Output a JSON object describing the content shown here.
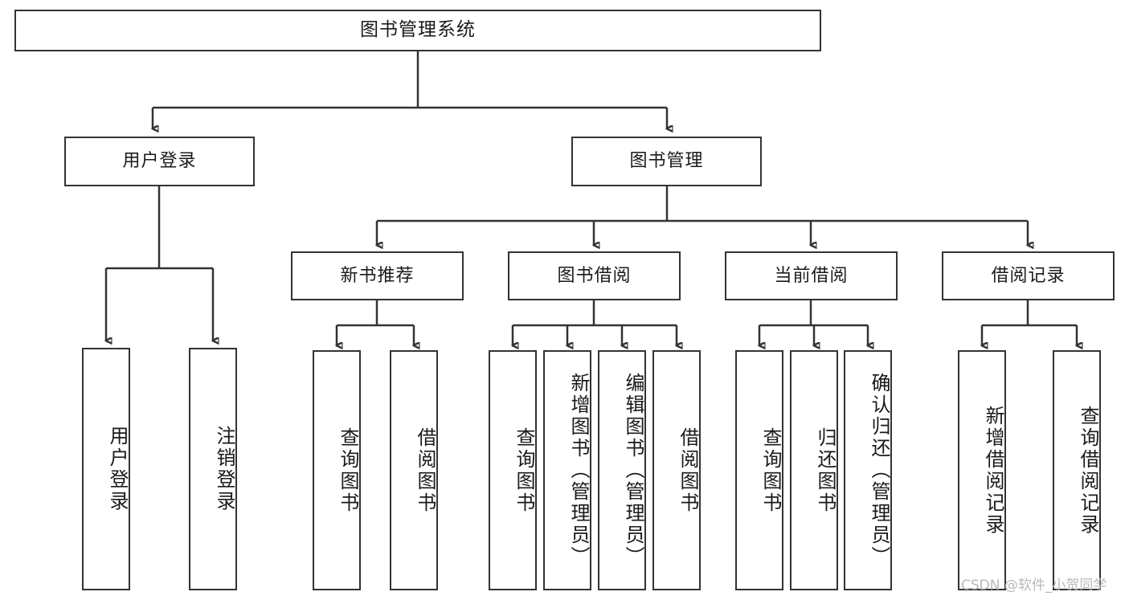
{
  "diagram": {
    "type": "tree-hierarchy",
    "title": "图书管理系统",
    "watermark": "CSDN @软件_小贺同学",
    "colors": {
      "stroke": "#333333",
      "background": "#ffffff",
      "text": "#1a1a1a",
      "watermark": "#b9b9b9"
    },
    "nodes": {
      "root": {
        "label": "图书管理系统"
      },
      "level2": [
        {
          "id": "user-login",
          "label": "用户登录"
        },
        {
          "id": "book-manage",
          "label": "图书管理"
        }
      ],
      "level3": [
        {
          "id": "new-book-recommend",
          "label": "新书推荐"
        },
        {
          "id": "book-borrow",
          "label": "图书借阅"
        },
        {
          "id": "current-borrow",
          "label": "当前借阅"
        },
        {
          "id": "borrow-record",
          "label": "借阅记录"
        }
      ],
      "leaves": {
        "user_login": [
          {
            "id": "leaf-user-login",
            "label": "用户登录"
          },
          {
            "id": "leaf-logout-login",
            "label": "注销登录"
          }
        ],
        "new_book_recommend": [
          {
            "id": "leaf-query-book-1",
            "label": "查询图书"
          },
          {
            "id": "leaf-borrow-book-1",
            "label": "借阅图书"
          }
        ],
        "book_borrow": [
          {
            "id": "leaf-query-book-2",
            "label": "查询图书"
          },
          {
            "id": "leaf-add-book",
            "label": "新增图书（管理员）"
          },
          {
            "id": "leaf-edit-book",
            "label": "编辑图书（管理员）"
          },
          {
            "id": "leaf-borrow-book-2",
            "label": "借阅图书"
          }
        ],
        "current_borrow": [
          {
            "id": "leaf-query-book-3",
            "label": "查询图书"
          },
          {
            "id": "leaf-return-book",
            "label": "归还图书"
          },
          {
            "id": "leaf-confirm-return",
            "label": "确认归还（管理员）"
          }
        ],
        "borrow_record": [
          {
            "id": "leaf-add-record",
            "label": "新增借阅记录"
          },
          {
            "id": "leaf-query-record",
            "label": "查询借阅记录"
          }
        ]
      }
    }
  }
}
